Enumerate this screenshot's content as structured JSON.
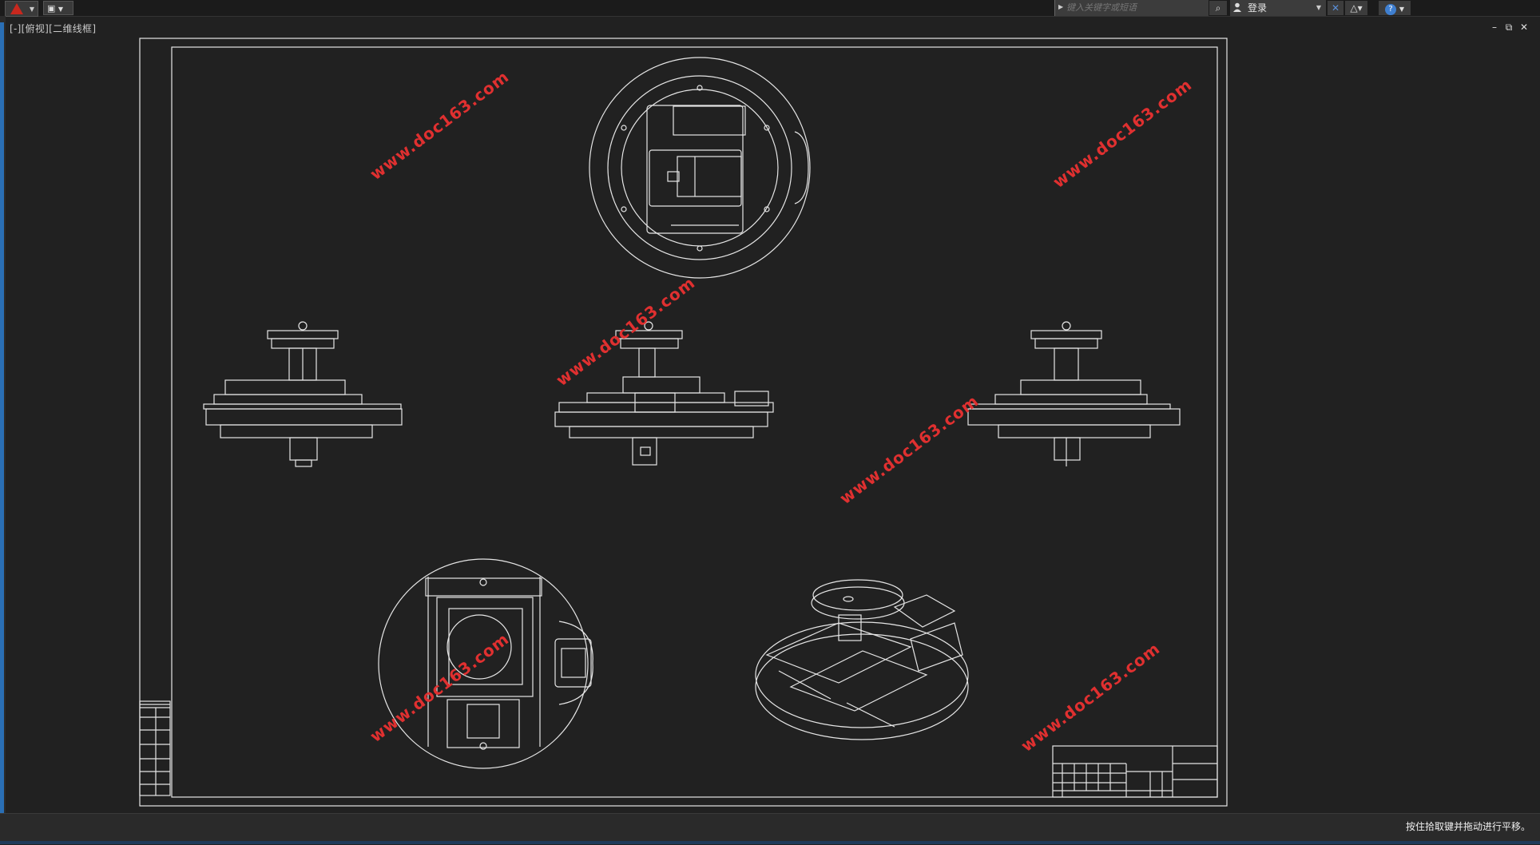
{
  "toolbar": {
    "app_menu": "application-menu",
    "search_placeholder": "键入关键字或短语",
    "login_label": "登录"
  },
  "viewport": {
    "label": "[-][俯视][二维线框]"
  },
  "window_controls": {
    "minimize": "–",
    "restore": "⧉",
    "close": "✕"
  },
  "watermarks": [
    "www.doc163.com",
    "www.doc163.com",
    "www.doc163.com",
    "www.doc163.com",
    "www.doc163.com",
    "www.doc163.com"
  ],
  "status": {
    "message": "按住拾取键并拖动进行平移。"
  },
  "colors": {
    "canvas": "#212121",
    "lines": "#e6e6e6",
    "watermark": "#e03030",
    "accent": "#2a6fb5"
  }
}
